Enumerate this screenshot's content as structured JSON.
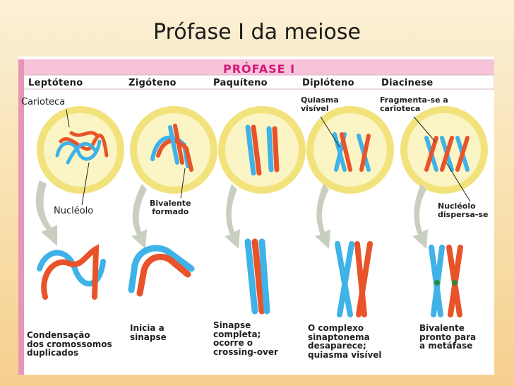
{
  "slide": {
    "title": "Prófase I da meiose"
  },
  "figure": {
    "banner": "PRÓFASE I",
    "stages": [
      "Leptóteno",
      "Zigóteno",
      "Paquíteno",
      "Diplóteno",
      "Diacinese"
    ],
    "labels": {
      "carioteca": "Carioteca",
      "nucleolo": "Nucléolo",
      "bivalente_formado": "Bivalente\nformado",
      "quiasma_visivel": "Quiasma\nvisível",
      "fragmenta": "Fragmenta-se a\ncarioteca",
      "nucleolo_dispersa": "Nucléolo\ndispersa-se"
    },
    "captions": [
      "Condensação\ndos cromossomos\nduplicados",
      "Inicia a\nsinapse",
      "Sinapse\ncompleta;\nocorre o\ncrossing-over",
      "O complexo\nsinaptonema\ndesaparece;\nquiasma visível",
      "Bivalente\npronto para\na metáfase"
    ]
  },
  "colors": {
    "chrom_red": "#e8532a",
    "chrom_blue": "#3fb2e8",
    "nucleus_ring": "#f4e27a",
    "banner_pink": "#f7c3d8",
    "arrow_gray": "#c9cfc0"
  }
}
